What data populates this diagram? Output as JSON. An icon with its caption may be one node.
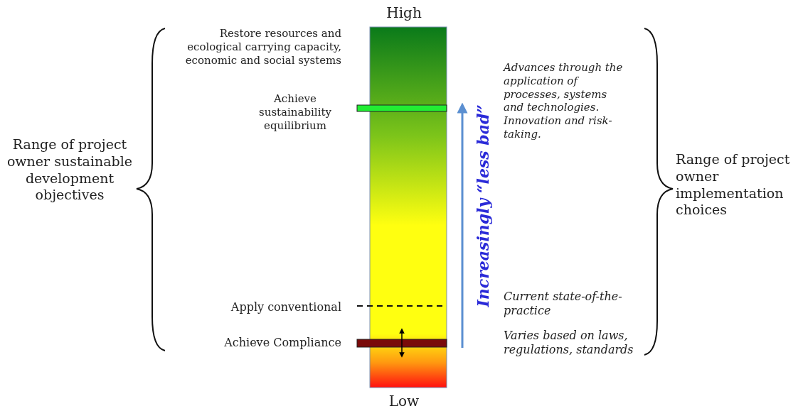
{
  "diagram": {
    "labels": [
      "High",
      "Restore resources and ecological carrying capacity, economic and social systems",
      "Advances through the application of processes, systems and technologies. Innovation and risk-taking.",
      "Achieve sustainability equilibrium",
      "Range of project owner sustainable development objectives",
      "Range of project owner implementation choices",
      "Increasingly “less bad”",
      "Apply conventional",
      "Current state-of-the-practice",
      "Achieve Compliance",
      "Varies based on laws, regulations, standards",
      "Low"
    ]
  }
}
